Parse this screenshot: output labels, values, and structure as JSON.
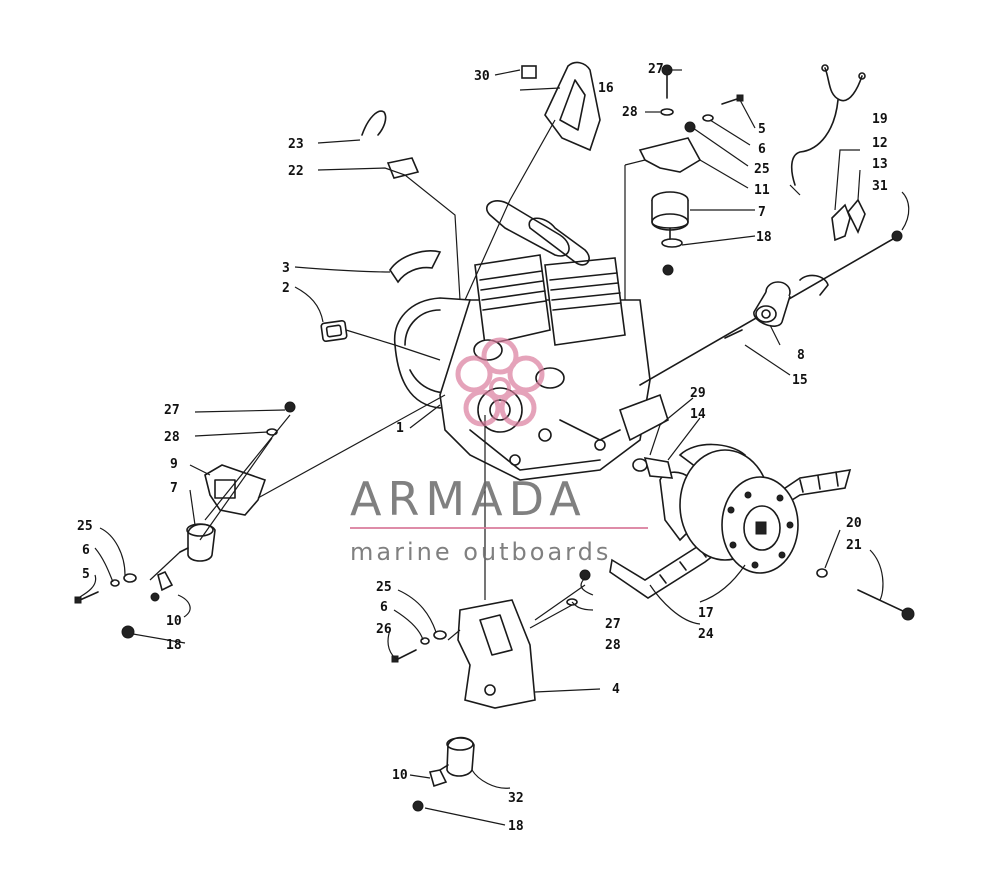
{
  "watermark": {
    "brand": "ARMADA",
    "tagline": "marine outboards",
    "accent_color": "#d9789a",
    "text_color": "#6b6b6b"
  },
  "callouts": {
    "c1": "1",
    "c2": "2",
    "c3": "3",
    "c4": "4",
    "c5a": "5",
    "c5b": "5",
    "c6a": "6",
    "c6b": "6",
    "c6c": "6",
    "c7a": "7",
    "c7b": "7",
    "c8": "8",
    "c9": "9",
    "c10a": "10",
    "c10b": "10",
    "c11": "11",
    "c12": "12",
    "c13": "13",
    "c14": "14",
    "c15": "15",
    "c16": "16",
    "c17": "17",
    "c18a": "18",
    "c18b": "18",
    "c18c": "18",
    "c19": "19",
    "c20": "20",
    "c21": "21",
    "c22": "22",
    "c23": "23",
    "c24": "24",
    "c25a": "25",
    "c25b": "25",
    "c25c": "25",
    "c26": "26",
    "c27a": "27",
    "c27b": "27",
    "c27c": "27",
    "c28a": "28",
    "c28b": "28",
    "c28c": "28",
    "c29": "29",
    "c30": "30",
    "c31": "31",
    "c32": "32"
  }
}
